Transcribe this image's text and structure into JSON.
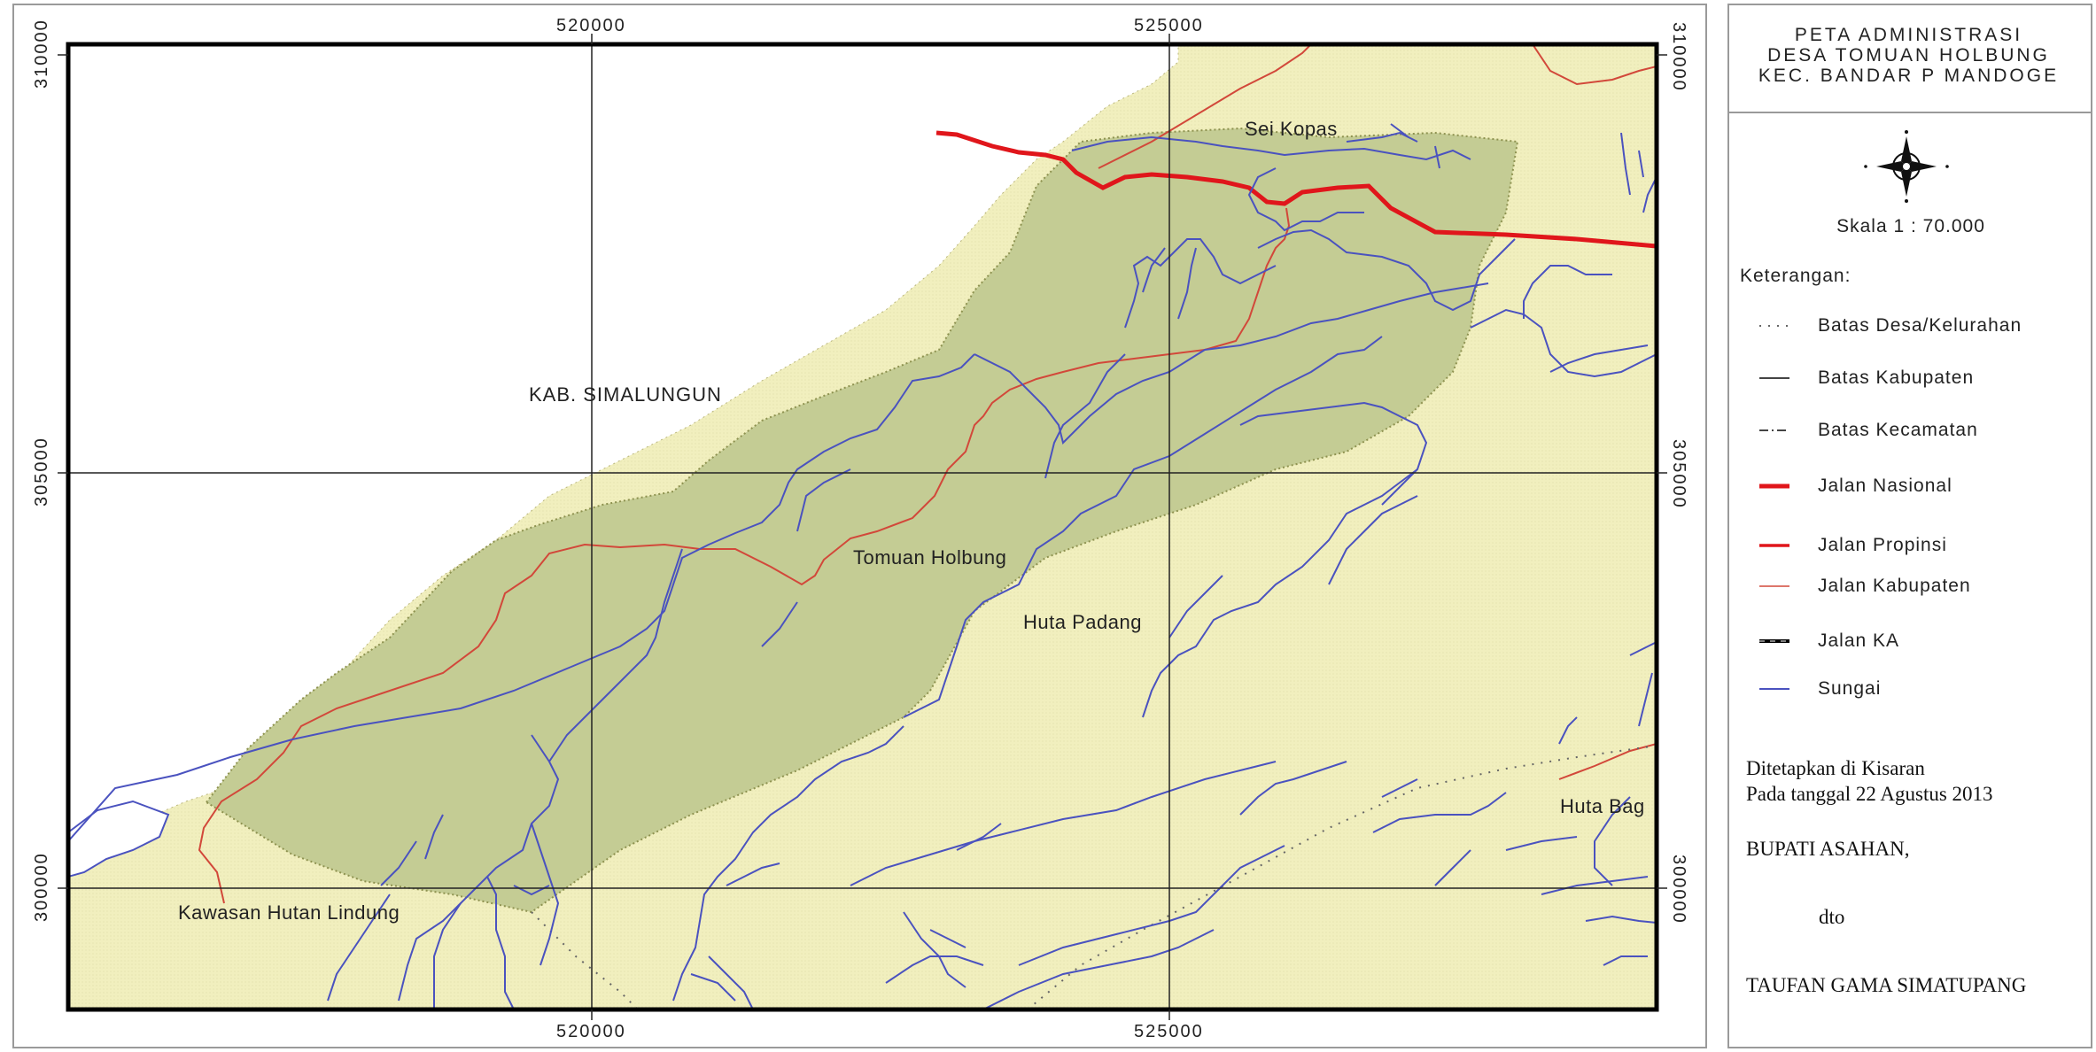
{
  "map": {
    "grid_x_labels": [
      "520000",
      "525000"
    ],
    "grid_y_labels": [
      "310000",
      "305000",
      "300000"
    ],
    "places": {
      "kab_simalungun": "KAB. SIMALUNGUN",
      "sei_kopas": "Sei Kopas",
      "tomuan_holbung": "Tomuan Holbung",
      "huta_padang": "Huta Padang",
      "huta_bag": "Huta Bag",
      "kawasan": "Kawasan Hutan Lindung"
    },
    "colors": {
      "village": "#c4cc94",
      "surrounding": "#f1efbe",
      "river": "#4a52bf",
      "road_national": "#e0161b",
      "road_kabupaten": "#d2483a"
    }
  },
  "legend": {
    "title_lines": [
      "PETA ADMINISTRASI",
      "DESA TOMUAN HOLBUNG",
      "KEC. BANDAR P MANDOGE"
    ],
    "scale": "Skala 1 : 70.000",
    "keterangan": "Keterangan:",
    "items": [
      {
        "label": "Batas Desa/Kelurahan",
        "icon": "dotted-line-icon"
      },
      {
        "label": "Batas Kabupaten",
        "icon": "solid-line-icon"
      },
      {
        "label": "Batas Kecamatan",
        "icon": "dash-dot-line-icon"
      },
      {
        "label": "Jalan Nasional",
        "icon": "thick-red-line-icon"
      },
      {
        "label": "Jalan Propinsi",
        "icon": "red-line-icon"
      },
      {
        "label": "Jalan Kabupaten",
        "icon": "thin-red-line-icon"
      },
      {
        "label": "Jalan KA",
        "icon": "railway-line-icon"
      },
      {
        "label": "Sungai",
        "icon": "river-line-icon"
      }
    ],
    "signature": {
      "line1": "Ditetapkan di Kisaran",
      "line2": "Pada tanggal 22 Agustus 2013",
      "line3": "BUPATI ASAHAN,",
      "line4": "dto",
      "line5": "TAUFAN GAMA SIMATUPANG"
    }
  }
}
